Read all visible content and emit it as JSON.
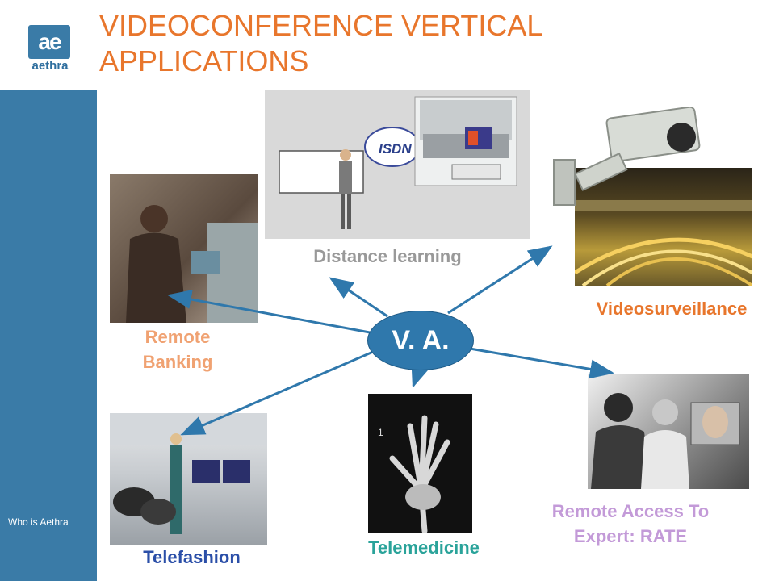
{
  "brand": {
    "logo_mark": "ae",
    "logo_word": "aethra"
  },
  "title": "VIDEOCONFERENCE VERTICAL APPLICATIONS",
  "footer": "Who is Aethra",
  "hub_label": "V. A.",
  "applications": {
    "distance_learning": "Distance learning",
    "videosurveillance": "Videosurveillance",
    "remote_banking": "Remote Banking",
    "telefashion": "Telefashion",
    "telemedicine": "Telemedicine",
    "remote_access": "Remote Access To Expert: RATE"
  },
  "diagram_text": {
    "isdn": "ISDN"
  },
  "colors": {
    "title": "#e8762c",
    "sidebar": "#3a7ba7",
    "hub": "#2f78ac",
    "arrow": "#2f78ac",
    "label_distance": "#999999",
    "label_orange": "#e8762c",
    "label_banking": "#f0a272",
    "label_telefashion": "#2b4fa8",
    "label_telemedicine": "#2aa39a",
    "label_rate": "#c39ad8"
  }
}
